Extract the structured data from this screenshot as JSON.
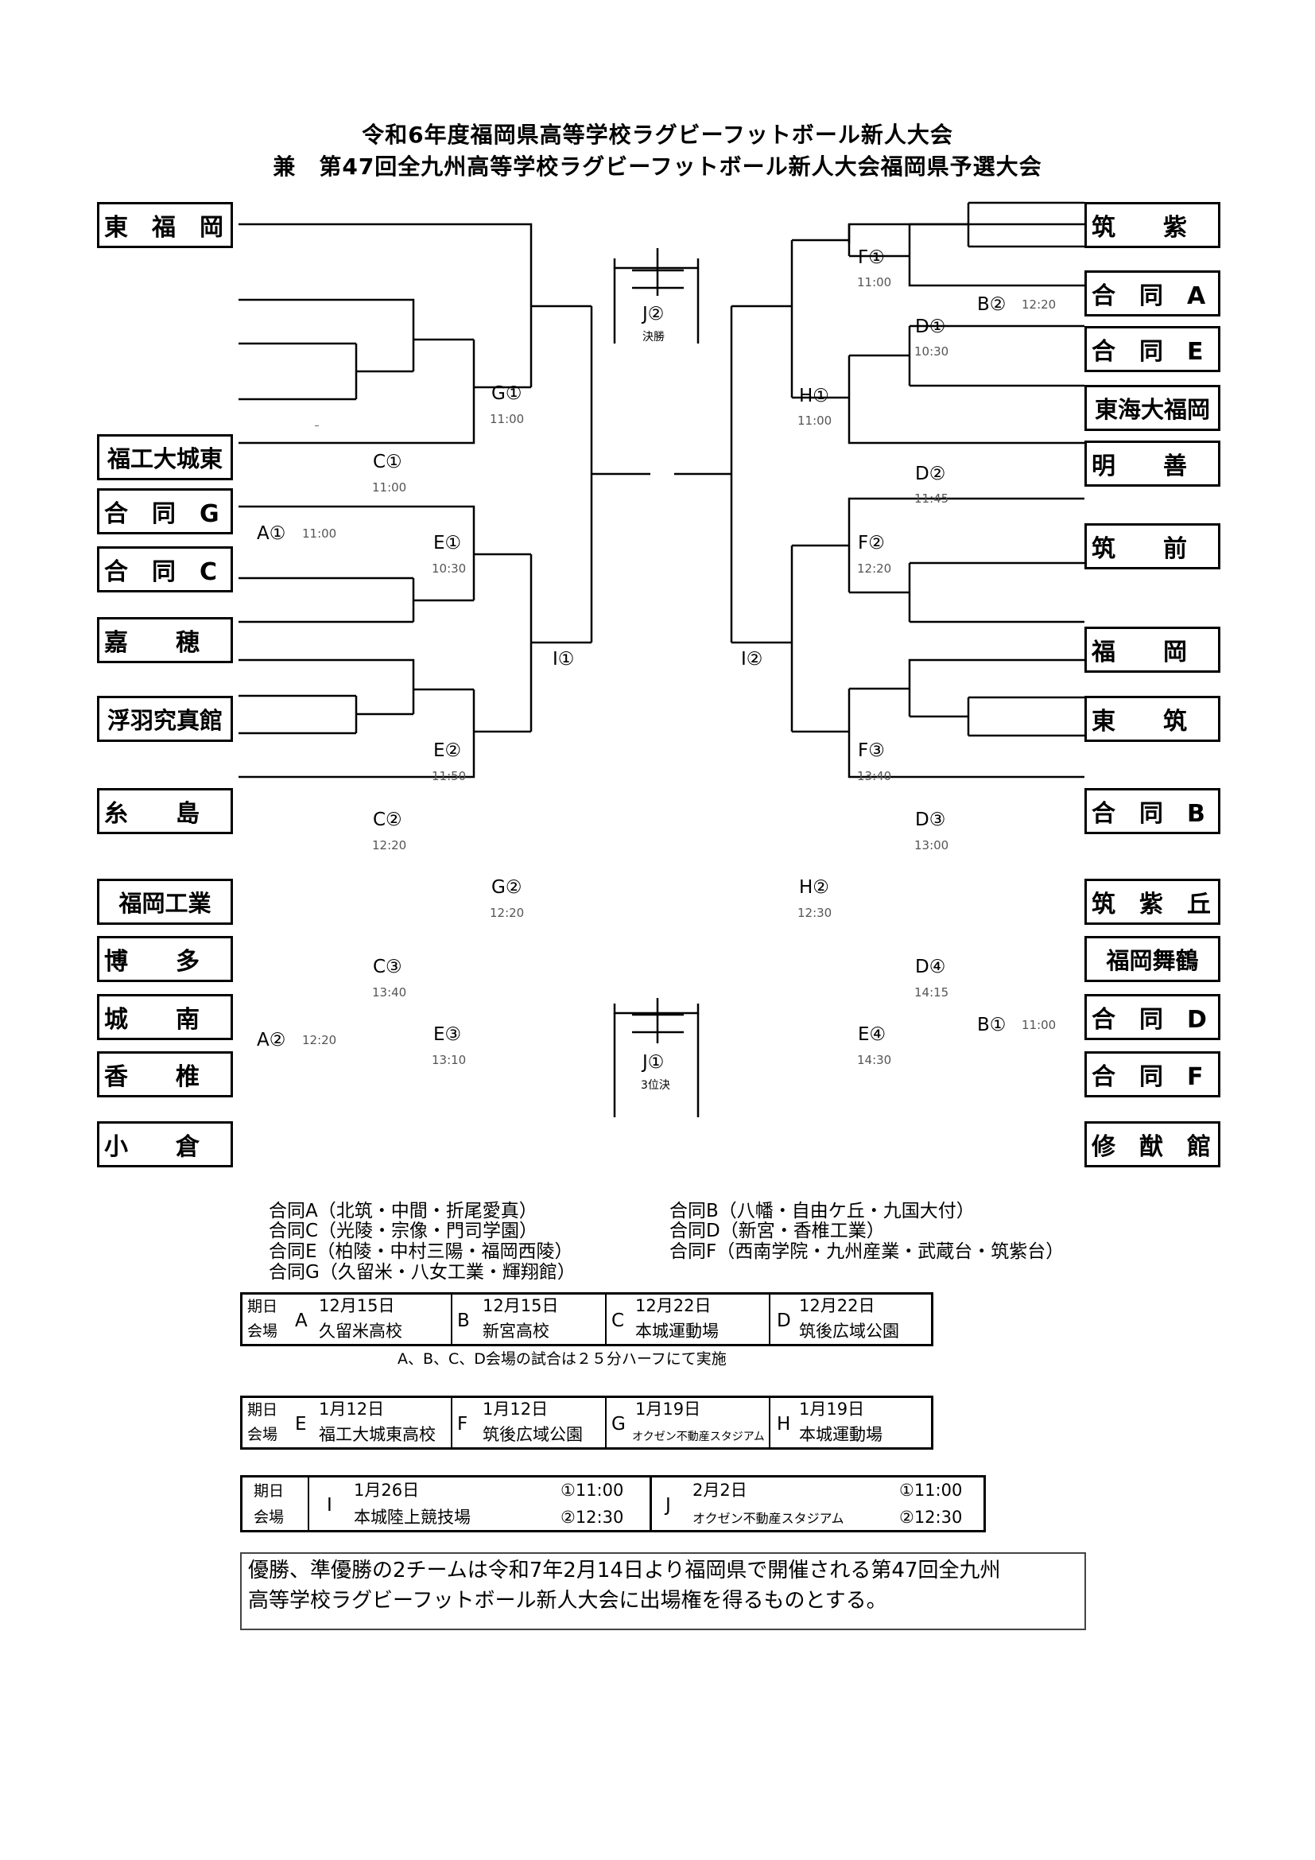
{
  "title": {
    "line1": "令和6年度福岡県高等学校ラグビーフットボール新人大会",
    "line2": "兼　第47回全九州高等学校ラグビーフットボール新人大会福岡県予選大会"
  },
  "teams_left": [
    "東　福　岡",
    "福工大城東",
    "合　同　G",
    "合　同　C",
    "嘉　　穂",
    "浮羽究真館",
    "糸　　島",
    "福岡工業",
    "博　　多",
    "城　　南",
    "香　　椎",
    "小　　倉"
  ],
  "teams_right": [
    "筑　　紫",
    "合　同　A",
    "合　同　E",
    "東海大福岡",
    "明　　善",
    "筑　　前",
    "福　　岡",
    "東　　筑",
    "合　同　B",
    "筑　紫　丘",
    "福岡舞鶴",
    "合　同　D",
    "合　同　F",
    "修　猷　館"
  ],
  "matches": {
    "A1": {
      "label": "A①",
      "time": "11:00"
    },
    "A2": {
      "label": "A②",
      "time": "12:20"
    },
    "B1": {
      "label": "B①",
      "time": "11:00"
    },
    "B2": {
      "label": "B②",
      "time": "12:20"
    },
    "C1": {
      "label": "C①",
      "time": "11:00"
    },
    "C2": {
      "label": "C②",
      "time": "12:20"
    },
    "C3": {
      "label": "C③",
      "time": "13:40"
    },
    "D1": {
      "label": "D①",
      "time": "10:30"
    },
    "D2": {
      "label": "D②",
      "time": "11:45"
    },
    "D3": {
      "label": "D③",
      "time": "13:00"
    },
    "D4": {
      "label": "D④",
      "time": "14:15"
    },
    "E1": {
      "label": "E①",
      "time": "10:30"
    },
    "E2": {
      "label": "E②",
      "time": "11:50"
    },
    "E3": {
      "label": "E③",
      "time": "13:10"
    },
    "E4": {
      "label": "E④",
      "time": "14:30"
    },
    "F1": {
      "label": "F①",
      "time": "11:00"
    },
    "F2": {
      "label": "F②",
      "time": "12:20"
    },
    "F3": {
      "label": "F③",
      "time": "13:40"
    },
    "G1": {
      "label": "G①",
      "time": "11:00"
    },
    "G2": {
      "label": "G②",
      "time": "12:20"
    },
    "H1": {
      "label": "H①",
      "time": "11:00"
    },
    "H2": {
      "label": "H②",
      "time": "12:30"
    },
    "I1": {
      "label": "I①"
    },
    "I2": {
      "label": "I②"
    },
    "J2": {
      "label": "J②",
      "sub": "決勝"
    },
    "J1": {
      "label": "J①",
      "sub": "3位決"
    }
  },
  "joint_teams": [
    "合同A（北筑・中間・折尾愛真）",
    "合同B（八幡・自由ケ丘・九国大付）",
    "合同C（光陵・宗像・門司学園）",
    "合同D（新宮・香椎工業）",
    "合同E（柏陵・中村三陽・福岡西陵）",
    "合同F（西南学院・九州産業・武蔵台・筑紫台）",
    "合同G（久留米・八女工業・輝翔館）"
  ],
  "schedule1": {
    "hdr1": "期日",
    "hdr2": "会場",
    "cols": [
      {
        "code": "A",
        "date": "12月15日",
        "venue": "久留米高校"
      },
      {
        "code": "B",
        "date": "12月15日",
        "venue": "新宮高校"
      },
      {
        "code": "C",
        "date": "12月22日",
        "venue": "本城運動場"
      },
      {
        "code": "D",
        "date": "12月22日",
        "venue": "筑後広域公園"
      }
    ],
    "note": "A、B、C、D会場の試合は２５分ハーフにて実施"
  },
  "schedule2": {
    "hdr1": "期日",
    "hdr2": "会場",
    "cols": [
      {
        "code": "E",
        "date": "1月12日",
        "venue": "福工大城東高校"
      },
      {
        "code": "F",
        "date": "1月12日",
        "venue": "筑後広域公園"
      },
      {
        "code": "G",
        "date": "1月19日",
        "venue": "オクゼン不動産スタジアム"
      },
      {
        "code": "H",
        "date": "1月19日",
        "venue": "本城運動場"
      }
    ]
  },
  "schedule3": {
    "hdr1": "期日",
    "hdr2": "会場",
    "i": {
      "code": "I",
      "date": "1月26日",
      "venue": "本城陸上競技場",
      "t1": "①11:00",
      "t2": "②12:30"
    },
    "j": {
      "code": "J",
      "date": "2月2日",
      "venue": "オクゼン不動産スタジアム",
      "t1": "①11:00",
      "t2": "②12:30"
    }
  },
  "footnote": {
    "line1": "優勝、準優勝の2チームは令和7年2月14日より福岡県で開催される第47回全九州",
    "line2": "高等学校ラグビーフットボール新人大会に出場権を得るものとする。"
  }
}
